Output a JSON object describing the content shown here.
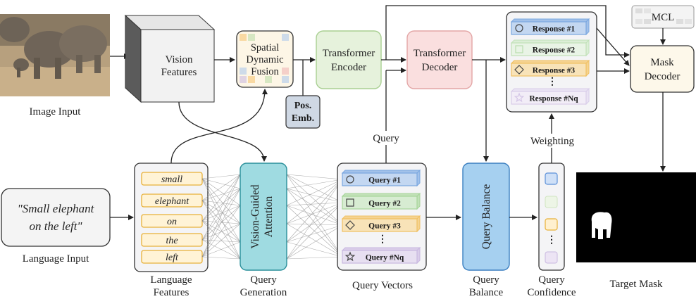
{
  "image_input": {
    "label": "Image Input"
  },
  "vision_features": {
    "line1": "Vision",
    "line2": "Features"
  },
  "sdf": {
    "line1": "Spatial",
    "line2": "Dynamic",
    "line3": "Fusion"
  },
  "pos_emb": {
    "line1": "Pos.",
    "line2": "Emb."
  },
  "encoder": {
    "line1": "Transformer",
    "line2": "Encoder"
  },
  "decoder": {
    "line1": "Transformer",
    "line2": "Decoder"
  },
  "responses": [
    {
      "label": "Response #1",
      "color": "#7aa7e0",
      "icon": "circle-icon"
    },
    {
      "label": "Response #2",
      "color": "#a7d49a",
      "icon": "square-icon"
    },
    {
      "label": "Response #3",
      "color": "#f0c062",
      "icon": "diamond-icon"
    },
    {
      "label": "Response #Nq",
      "color": "#c9b8e0",
      "icon": "star-icon"
    }
  ],
  "mcl": {
    "label": "MCL"
  },
  "mask_decoder": {
    "line1": "Mask",
    "line2": "Decoder"
  },
  "query_label": "Query",
  "weighting_label": "Weighting",
  "language_input": {
    "line1": "\"Small elephant",
    "line2": "on the left\"",
    "label": "Language Input"
  },
  "language_words": [
    "small",
    "elephant",
    "on",
    "the",
    "left"
  ],
  "language_features_label": {
    "line1": "Language",
    "line2": "Features"
  },
  "vga": {
    "line1": "Vision-Guided",
    "line2": "Attention"
  },
  "query_generation_label": {
    "line1": "Query",
    "line2": "Generation"
  },
  "queries": [
    {
      "label": "Query #1",
      "color": "#7aa7e0",
      "icon": "circle-icon"
    },
    {
      "label": "Query #2",
      "color": "#a7d49a",
      "icon": "square-icon"
    },
    {
      "label": "Query #3",
      "color": "#f0c062",
      "icon": "diamond-icon"
    },
    {
      "label": "Query #Nq",
      "color": "#c9b8e0",
      "icon": "star-icon"
    }
  ],
  "query_vectors_label": "Query Vectors",
  "query_balance": {
    "inner": "Query Balance",
    "line1": "Query",
    "line2": "Balance"
  },
  "query_confidence": {
    "line1": "Query",
    "line2": "Confidence"
  },
  "target_mask_label": "Target Mask",
  "dots": "⋮",
  "colors": {
    "encoder_fill": "#e6f2dc",
    "encoder_stroke": "#a9cf92",
    "decoder_fill": "#fadfdf",
    "decoder_stroke": "#e3a6a6",
    "vga_fill": "#9fdbe1",
    "vga_stroke": "#2a8f9a",
    "balance_fill": "#a6d0f0",
    "balance_stroke": "#3b7fc0",
    "word_fill": "#fff3d6",
    "word_stroke": "#e8b038",
    "posemb_fill": "#cfd8e4",
    "mask_decoder_fill": "#fdf8ea"
  }
}
